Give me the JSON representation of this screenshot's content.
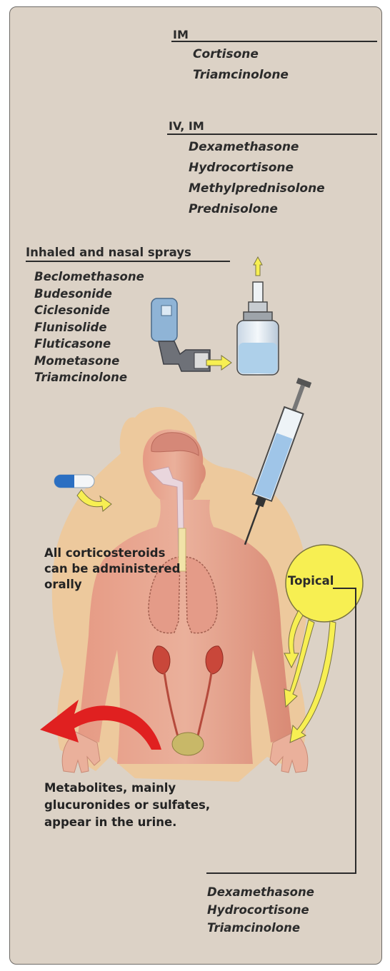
{
  "im": {
    "heading": "IM",
    "drugs": [
      "Cortisone",
      "Triamcinolone"
    ]
  },
  "iv_im": {
    "heading": "IV, IM",
    "drugs": [
      "Dexamethasone",
      "Hydrocortisone",
      "Methylprednisolone",
      "Prednisolone"
    ]
  },
  "inhaled": {
    "heading": "Inhaled and nasal sprays",
    "drugs": [
      "Beclomethasone",
      "Budesonide",
      "Ciclesonide",
      "Flunisolide",
      "Fluticasone",
      "Mometasone",
      "Triamcinolone"
    ]
  },
  "oral": {
    "lines": [
      "All corticosteroids",
      "can be administered",
      "orally"
    ]
  },
  "topical": {
    "label": "Topical",
    "drugs": [
      "Dexamethasone",
      "Hydrocortisone",
      "Triamcinolone"
    ]
  },
  "excretion": {
    "lines": [
      "Metabolites, mainly",
      "glucuronides or sulfates,",
      "appear in the urine."
    ]
  },
  "colors": {
    "background": "#dcd2c6",
    "body": "#e8a48c",
    "arrow_yellow": "#f7ef52",
    "arrow_red": "#e02020",
    "text": "#2b2b2b"
  }
}
